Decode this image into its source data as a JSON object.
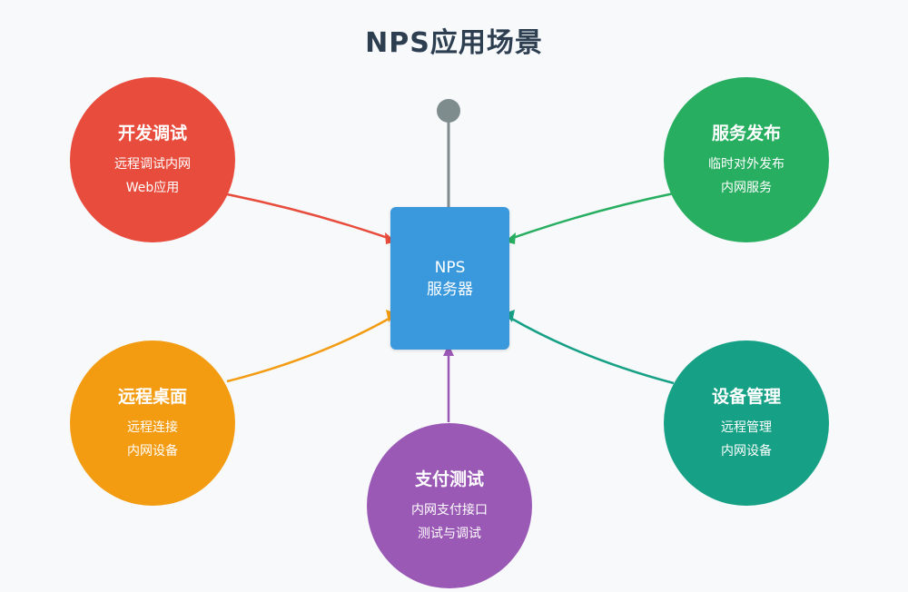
{
  "title": "NPS应用场景",
  "server": {
    "line1": "NPS",
    "line2": "服务器",
    "color": "#3a98dc"
  },
  "antenna_color": "#7f8c8d",
  "nodes": [
    {
      "id": "dev-debug",
      "title": "开发调试",
      "lines": [
        "远程调试内网",
        "Web应用"
      ],
      "color": "#e74c3c"
    },
    {
      "id": "service-publish",
      "title": "服务发布",
      "lines": [
        "临时对外发布",
        "内网服务"
      ],
      "color": "#27ae60"
    },
    {
      "id": "remote-desktop",
      "title": "远程桌面",
      "lines": [
        "远程连接",
        "内网设备"
      ],
      "color": "#f39c12"
    },
    {
      "id": "device-manage",
      "title": "设备管理",
      "lines": [
        "远程管理",
        "内网设备"
      ],
      "color": "#16a085"
    },
    {
      "id": "payment-test",
      "title": "支付测试",
      "lines": [
        "内网支付接口",
        "测试与调试"
      ],
      "color": "#9b59b6"
    }
  ]
}
